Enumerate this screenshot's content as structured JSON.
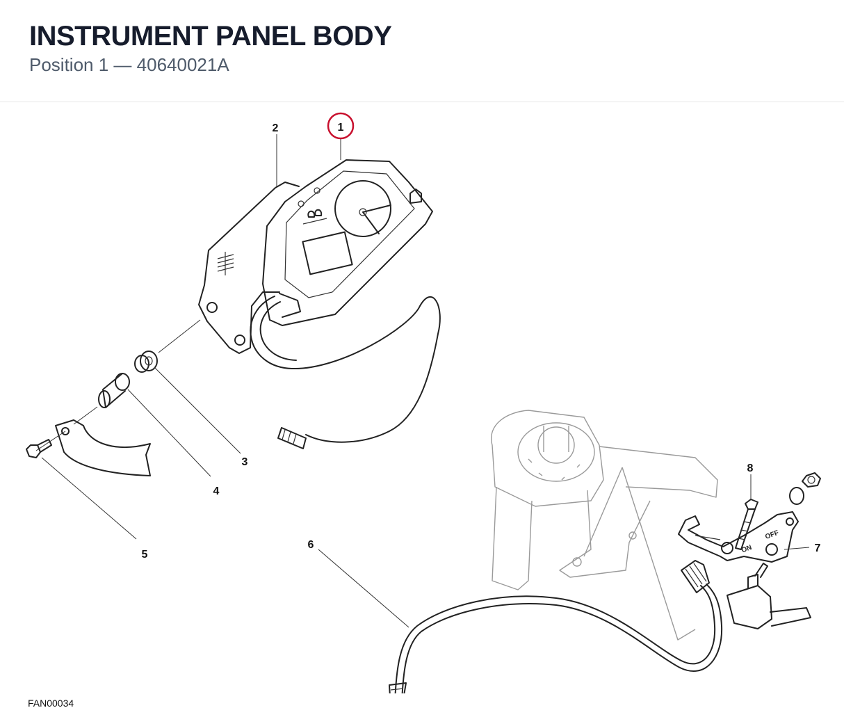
{
  "header": {
    "title": "INSTRUMENT PANEL BODY",
    "position_label": "Position 1",
    "separator": "—",
    "part_number": "40640021A"
  },
  "diagram": {
    "callouts": [
      {
        "id": "1",
        "highlighted": true
      },
      {
        "id": "2"
      },
      {
        "id": "3"
      },
      {
        "id": "4"
      },
      {
        "id": "5"
      },
      {
        "id": "6"
      },
      {
        "id": "7"
      },
      {
        "id": "8"
      }
    ],
    "switch_labels": {
      "on": "ON",
      "off": "OFF"
    },
    "highlight_color": "#c8102e"
  },
  "footer": {
    "figure_code": "FAN00034"
  }
}
